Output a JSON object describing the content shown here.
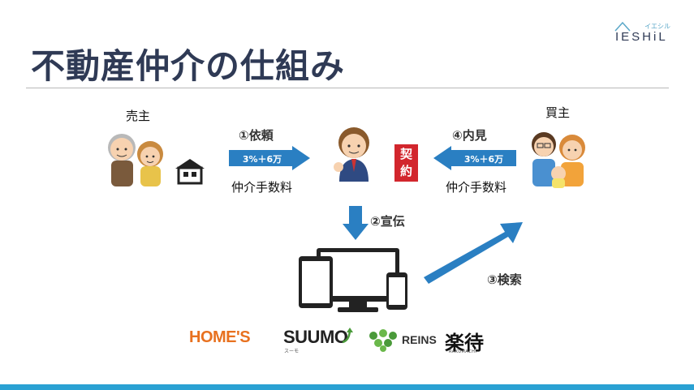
{
  "slide": {
    "title": "不動産仲介の仕組み"
  },
  "brand": {
    "kana": "イエシル",
    "word": "IESHiL"
  },
  "diagram": {
    "seller_label": "売主",
    "buyer_label": "買主",
    "request_step": "①依頼",
    "preview_step": "④内見",
    "advertise_step": "②宣伝",
    "search_step": "③検索",
    "fee_formula_left": "3%＋6万",
    "fee_formula_right": "3%＋6万",
    "fee_label_left": "仲介手数料",
    "fee_label_right": "仲介手数料",
    "contract_char_1": "契",
    "contract_char_2": "約"
  },
  "portals": {
    "homes": "HOME'S",
    "suumo": "SUUMO",
    "suumo_sub": "スーモ",
    "reins": "REINS",
    "rakumachi": "楽待",
    "rakumachi_sub": "RAKUMACHI"
  },
  "colors": {
    "title": "#2f3a55",
    "arrow_blue": "#2a7fc2",
    "contract_red": "#d2262d",
    "bottom_bar": "#2aa1d3",
    "homes_orange": "#e8711f",
    "reins_green": "#4a9a3a"
  }
}
